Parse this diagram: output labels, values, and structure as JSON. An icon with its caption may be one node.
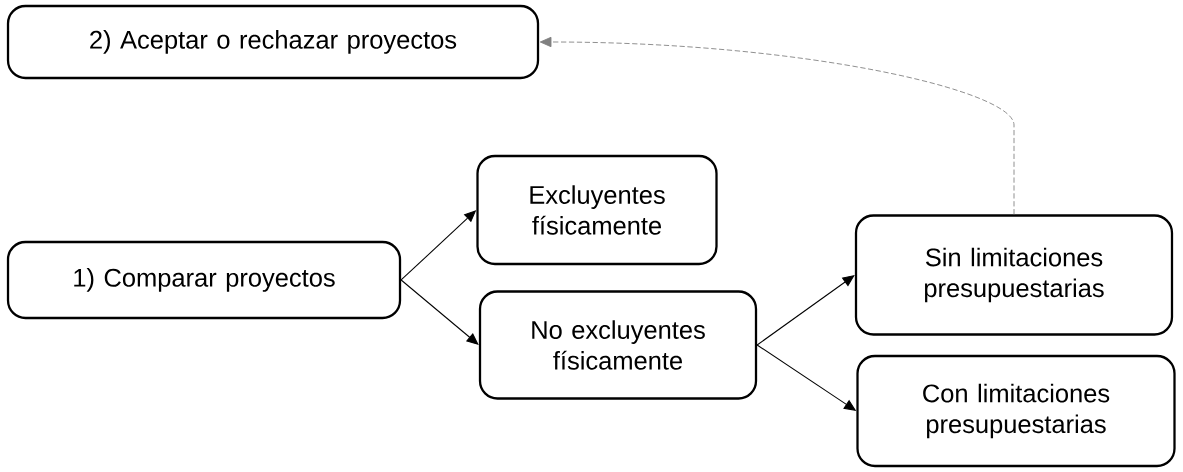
{
  "diagram": {
    "nodes": [
      {
        "text": [
          "2) Aceptar o rechazar proyectos"
        ]
      },
      {
        "text": [
          "1) Comparar proyectos"
        ]
      },
      {
        "text": [
          "Excluyentes físicamente"
        ]
      },
      {
        "text": [
          "No excluyentes físicamente"
        ]
      },
      {
        "text": [
          "Sin limitaciones presupuestarias"
        ]
      },
      {
        "text": [
          "Con limitaciones presupuestarias"
        ]
      }
    ],
    "edges": [
      {
        "from": 1,
        "to": 2,
        "arrow": "to"
      },
      {
        "from": 1,
        "to": 3,
        "arrow": "to"
      },
      {
        "from": 3,
        "to": 4,
        "arrow": "to"
      },
      {
        "from": 3,
        "to": 5,
        "arrow": "to"
      },
      {
        "from": 4,
        "to": 0,
        "arrow": "to",
        "style": "dashed",
        "color": "#808080"
      }
    ]
  }
}
